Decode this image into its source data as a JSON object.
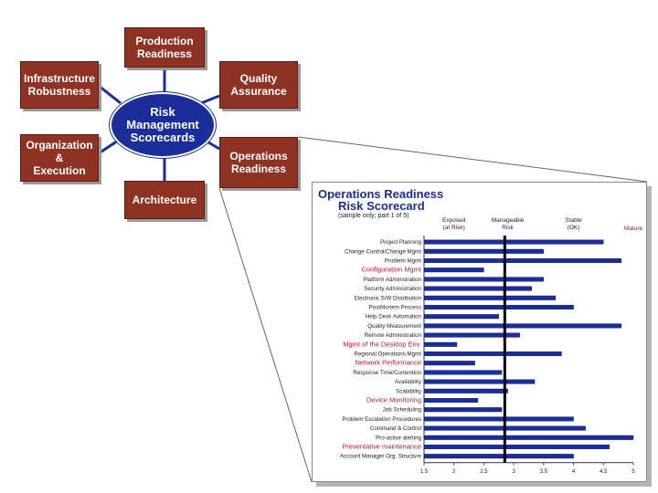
{
  "diagram": {
    "hub_label": "Risk\nManagement\nScorecards",
    "boxes": [
      {
        "id": "production",
        "label": "Production\nReadiness"
      },
      {
        "id": "quality",
        "label": "Quality\nAssurance"
      },
      {
        "id": "infrastructure",
        "label": "Infrastructure\nRobustness"
      },
      {
        "id": "organization",
        "label": "Organization\n&\nExecution"
      },
      {
        "id": "operations",
        "label": "Operations\nReadiness"
      },
      {
        "id": "architecture",
        "label": "Architecture"
      }
    ],
    "colors": {
      "box": "#8e3323",
      "hub": "#1a2d9a",
      "connector": "#1a2d9a",
      "bar": "#1a2d9a",
      "section": "#b0152b"
    }
  },
  "scorecard": {
    "title_line1": "Operations Readiness",
    "title_line2": "Risk Scorecard",
    "note": "(sample only; part 1 of 5)",
    "column_headers": [
      {
        "label": "Exposed\n(at Risk)",
        "at": 2.0
      },
      {
        "label": "Manageable\nRisk",
        "at": 2.9
      },
      {
        "label": "Stable\n(OK)",
        "at": 4.0
      },
      {
        "label": "Mature",
        "at": 5.0
      }
    ]
  },
  "chart_data": {
    "type": "bar",
    "orientation": "horizontal",
    "xlim": [
      1.5,
      5
    ],
    "xticks": [
      "1.5",
      "2",
      "2.5",
      "3",
      "3.5",
      "4",
      "4.5",
      "5"
    ],
    "reference_line": 2.85,
    "rows": [
      {
        "label": "Project Planning",
        "value": 4.5
      },
      {
        "label": "Change Control/Change Mgmt",
        "value": 3.5
      },
      {
        "label": "Problem Mgmt",
        "value": 4.8
      },
      {
        "label": "Configuration Mgmt",
        "value": 2.5,
        "section": true
      },
      {
        "label": "Platform Administration",
        "value": 3.5
      },
      {
        "label": "Security Administration",
        "value": 3.3
      },
      {
        "label": "Electronic S/W Distribution",
        "value": 3.7
      },
      {
        "label": "PostMortem Process",
        "value": 4.0
      },
      {
        "label": "Help Desk Automation",
        "value": 2.75
      },
      {
        "label": "Quality Measurement",
        "value": 4.8
      },
      {
        "label": "Remote Administration",
        "value": 3.1
      },
      {
        "label": "Mgmt of the Desktop Env.",
        "value": 2.05,
        "section": true
      },
      {
        "label": "Regional Operations Mgmt",
        "value": 3.8
      },
      {
        "label": "Network Performance",
        "value": 2.35,
        "section": true
      },
      {
        "label": "Response Time/Contention",
        "value": 2.8
      },
      {
        "label": "Availability",
        "value": 3.35
      },
      {
        "label": "Scalability",
        "value": 2.9
      },
      {
        "label": "Device Monitoring",
        "value": 2.4,
        "section": true
      },
      {
        "label": "Job Scheduling",
        "value": 2.8
      },
      {
        "label": "Problem Escalation Procedures",
        "value": 4.0
      },
      {
        "label": "Command & Control",
        "value": 4.2
      },
      {
        "label": "Pro-active alerting",
        "value": 5.0
      },
      {
        "label": "Preventative maintenance",
        "value": 4.6,
        "section": true
      },
      {
        "label": "Account Manager Org. Structure",
        "value": 4.0
      }
    ]
  }
}
